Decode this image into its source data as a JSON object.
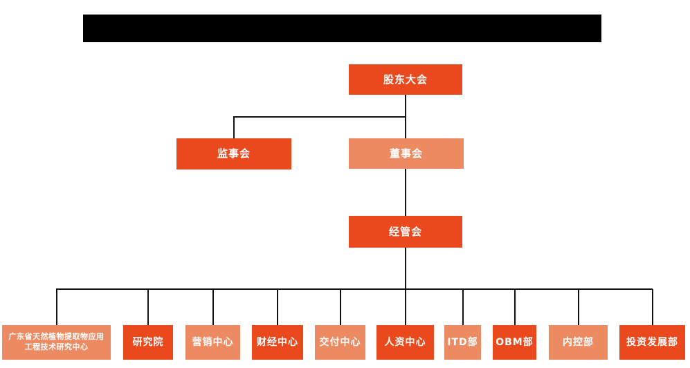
{
  "colors": {
    "primary_box": "#E9491D",
    "secondary_box": "#EC8A62",
    "connector_line": "#111111",
    "redaction_bar": "#000000",
    "box_text": "#FFFFFF",
    "background": "#FFFFFF"
  },
  "org_chart": {
    "title_bar": {
      "redacted": true,
      "text": ""
    },
    "nodes": {
      "shareholders": {
        "label": "股东大会",
        "tone": "primary"
      },
      "supervisors": {
        "label": "监事会",
        "tone": "primary"
      },
      "directors": {
        "label": "董事会",
        "tone": "secondary"
      },
      "management": {
        "label": "经管会",
        "tone": "primary"
      }
    },
    "departments": [
      {
        "label": "广东省天然植物提取物应用工程技术研究中心",
        "tone": "secondary"
      },
      {
        "label": "研究院",
        "tone": "primary"
      },
      {
        "label": "营销中心",
        "tone": "secondary"
      },
      {
        "label": "财经中心",
        "tone": "primary"
      },
      {
        "label": "交付中心",
        "tone": "secondary"
      },
      {
        "label": "人资中心",
        "tone": "primary"
      },
      {
        "label": "ITD部",
        "tone": "secondary"
      },
      {
        "label": "OBM部",
        "tone": "primary"
      },
      {
        "label": "内控部",
        "tone": "secondary"
      },
      {
        "label": "投资发展部",
        "tone": "primary"
      }
    ]
  }
}
